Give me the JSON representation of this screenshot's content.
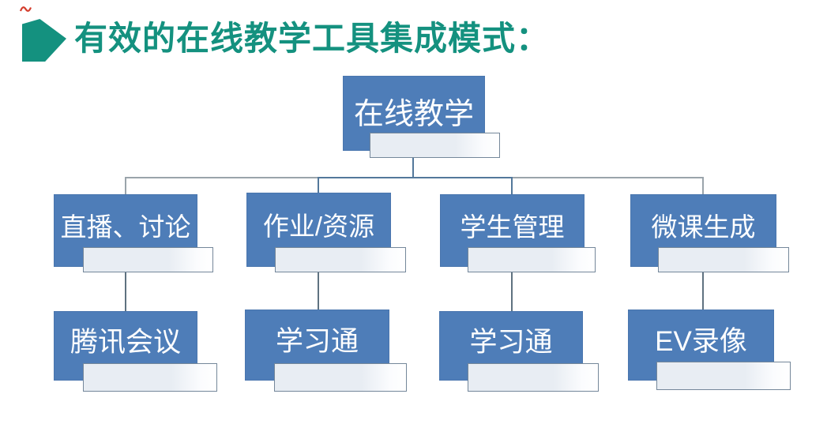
{
  "slide": {
    "title": "有效的在线教学工具集成模式：",
    "title_color": "#14917F"
  },
  "icons": {
    "title_bullet": "right-arrow-pentagon",
    "annotation": "red-pen-mark"
  },
  "diagram": {
    "root": {
      "label": "在线教学"
    },
    "branches": [
      {
        "category": "直播、讨论",
        "tool": "腾讯会议"
      },
      {
        "category": "作业/资源",
        "tool": "学习通"
      },
      {
        "category": "学生管理",
        "tool": "学习通"
      },
      {
        "category": "微课生成",
        "tool": "EV录像"
      }
    ],
    "colors": {
      "node_fill": "#4E7DB8",
      "node_text": "#FFFFFF",
      "placeholder_fill": "#E8EDF3",
      "placeholder_border": "#74879A",
      "connector_gray": "#9AA4AB",
      "connector_blue": "#53789B"
    }
  }
}
